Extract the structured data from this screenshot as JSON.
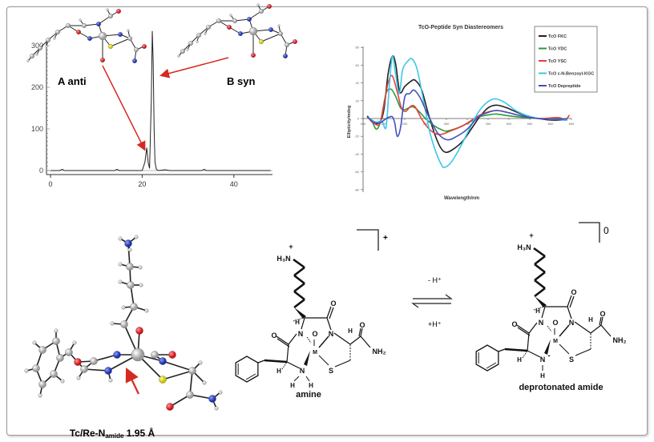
{
  "colors": {
    "oxygen": "#e0202a",
    "nitrogen": "#2a44c8",
    "sulfur": "#e6e020",
    "carbon": "#c8c8c8",
    "hydrogen": "#f2f2f2",
    "arrow": "#d42a22"
  },
  "hplc": {
    "label_a": "A anti",
    "label_b": "B syn",
    "x_ticks": [
      "0",
      "20",
      "40"
    ],
    "y_ticks": [
      "0",
      "100",
      "200",
      "300"
    ],
    "chart_data": {
      "type": "line",
      "xlim": [
        0,
        48
      ],
      "ylim": [
        -10,
        340
      ],
      "x": [
        0,
        2,
        2.6,
        3,
        6,
        14,
        14.5,
        15,
        18,
        20,
        20.6,
        21,
        21.3,
        21.6,
        22,
        22.2,
        22.4,
        22.6,
        22.8,
        23.1,
        23.5,
        25,
        26,
        30,
        33,
        33.5,
        34,
        40,
        48
      ],
      "y": [
        0,
        0,
        3,
        0,
        0,
        0,
        3,
        0,
        0,
        0,
        20,
        55,
        20,
        5,
        170,
        335,
        265,
        100,
        20,
        3,
        0,
        2,
        0,
        0,
        0,
        3,
        0,
        0,
        0
      ]
    }
  },
  "cd_chart": {
    "chart_data": {
      "type": "line",
      "title": "TcO-Peptide Syn Diastereomers",
      "xlabel": "Wavelength/nm",
      "ylabel": "Ellipticity/mdeg",
      "xlim": [
        150,
        650
      ],
      "ylim": [
        -80,
        80
      ],
      "x_ticks": [
        "150",
        "200",
        "250",
        "300",
        "350",
        "400",
        "450",
        "500",
        "550",
        "600",
        "650"
      ],
      "y_ticks": [
        "80",
        "60",
        "40",
        "20",
        "0",
        "-20",
        "-40",
        "-60",
        "-80"
      ],
      "series": [
        {
          "name": "TcO FKC",
          "color": "#222222",
          "points": [
            [
              160,
              3
            ],
            [
              175,
              -5
            ],
            [
              190,
              -4
            ],
            [
              200,
              10
            ],
            [
              210,
              50
            ],
            [
              220,
              70
            ],
            [
              228,
              62
            ],
            [
              238,
              30
            ],
            [
              250,
              36
            ],
            [
              265,
              42
            ],
            [
              275,
              43
            ],
            [
              290,
              33
            ],
            [
              305,
              8
            ],
            [
              320,
              -15
            ],
            [
              335,
              -32
            ],
            [
              348,
              -38
            ],
            [
              365,
              -35
            ],
            [
              390,
              -25
            ],
            [
              415,
              -8
            ],
            [
              430,
              2
            ],
            [
              450,
              12
            ],
            [
              470,
              15
            ],
            [
              495,
              12
            ],
            [
              530,
              5
            ],
            [
              570,
              0
            ],
            [
              610,
              -2
            ],
            [
              640,
              -1
            ]
          ]
        },
        {
          "name": "TcO YDC",
          "color": "#2a9a3a",
          "points": [
            [
              160,
              2
            ],
            [
              172,
              -4
            ],
            [
              182,
              -12
            ],
            [
              192,
              -3
            ],
            [
              205,
              28
            ],
            [
              217,
              33
            ],
            [
              228,
              25
            ],
            [
              240,
              12
            ],
            [
              250,
              10
            ],
            [
              265,
              13
            ],
            [
              275,
              12
            ],
            [
              290,
              5
            ],
            [
              300,
              0
            ],
            [
              320,
              -8
            ],
            [
              340,
              -13
            ],
            [
              352,
              -14
            ],
            [
              380,
              -10
            ],
            [
              410,
              -3
            ],
            [
              430,
              2
            ],
            [
              450,
              4
            ],
            [
              470,
              5
            ],
            [
              500,
              3
            ],
            [
              540,
              1
            ],
            [
              580,
              0
            ],
            [
              640,
              -1
            ]
          ]
        },
        {
          "name": "TcO YSC",
          "color": "#e8403a",
          "points": [
            [
              160,
              2
            ],
            [
              175,
              -5
            ],
            [
              190,
              -6
            ],
            [
              200,
              15
            ],
            [
              210,
              40
            ],
            [
              220,
              48
            ],
            [
              232,
              30
            ],
            [
              242,
              12
            ],
            [
              252,
              8
            ],
            [
              265,
              14
            ],
            [
              275,
              13
            ],
            [
              290,
              0
            ],
            [
              305,
              -10
            ],
            [
              320,
              -16
            ],
            [
              336,
              -18
            ],
            [
              360,
              -14
            ],
            [
              390,
              -8
            ],
            [
              420,
              1
            ],
            [
              440,
              6
            ],
            [
              470,
              9
            ],
            [
              495,
              7
            ],
            [
              530,
              3
            ],
            [
              570,
              0
            ],
            [
              620,
              1
            ],
            [
              635,
              -2
            ],
            [
              645,
              4
            ]
          ]
        },
        {
          "name": "TcO  ε-N-Benzoyl-KGC",
          "color": "#3cc8e8",
          "points": [
            [
              160,
              2
            ],
            [
              180,
              -4
            ],
            [
              195,
              -3
            ],
            [
              205,
              -10
            ],
            [
              212,
              30
            ],
            [
              220,
              70
            ],
            [
              228,
              50
            ],
            [
              237,
              28
            ],
            [
              245,
              55
            ],
            [
              258,
              65
            ],
            [
              268,
              67
            ],
            [
              280,
              55
            ],
            [
              295,
              20
            ],
            [
              310,
              -15
            ],
            [
              325,
              -38
            ],
            [
              338,
              -52
            ],
            [
              345,
              -55
            ],
            [
              360,
              -50
            ],
            [
              380,
              -35
            ],
            [
              405,
              -12
            ],
            [
              420,
              2
            ],
            [
              440,
              15
            ],
            [
              464,
              22
            ],
            [
              490,
              18
            ],
            [
              520,
              8
            ],
            [
              560,
              1
            ],
            [
              600,
              -1
            ],
            [
              640,
              -2
            ]
          ]
        },
        {
          "name": "TcO Depreptide",
          "color": "#4050c0",
          "points": [
            [
              160,
              2
            ],
            [
              175,
              -4
            ],
            [
              190,
              -5
            ],
            [
              200,
              -2
            ],
            [
              210,
              1
            ],
            [
              220,
              2
            ],
            [
              226,
              -5
            ],
            [
              232,
              -20
            ],
            [
              240,
              -10
            ],
            [
              250,
              24
            ],
            [
              262,
              28
            ],
            [
              272,
              32
            ],
            [
              285,
              25
            ],
            [
              300,
              10
            ],
            [
              312,
              -2
            ],
            [
              330,
              -17
            ],
            [
              352,
              -24
            ],
            [
              375,
              -20
            ],
            [
              400,
              -12
            ],
            [
              425,
              1
            ],
            [
              445,
              6
            ],
            [
              470,
              9
            ],
            [
              495,
              7
            ],
            [
              530,
              3
            ],
            [
              570,
              0
            ],
            [
              620,
              -1
            ],
            [
              640,
              0
            ]
          ]
        }
      ],
      "legend_position": "top-right"
    }
  },
  "model3d": {
    "label_main": "Tc/Re-N",
    "label_sub": "amide",
    "label_value": " 1.95 Å"
  },
  "structures": {
    "amine": {
      "caption": "amine",
      "charge": "+"
    },
    "amide": {
      "caption": "deprotonated amide",
      "charge": "0",
      "minus": "-"
    },
    "atoms": {
      "h3n": "H₃N",
      "plus": "+",
      "o": "O",
      "n": "N",
      "m": "M",
      "s": "S",
      "h": "H",
      "nh2": "NH₂"
    }
  },
  "equilibrium": {
    "forward": "- H⁺",
    "reverse": "+H⁺"
  }
}
